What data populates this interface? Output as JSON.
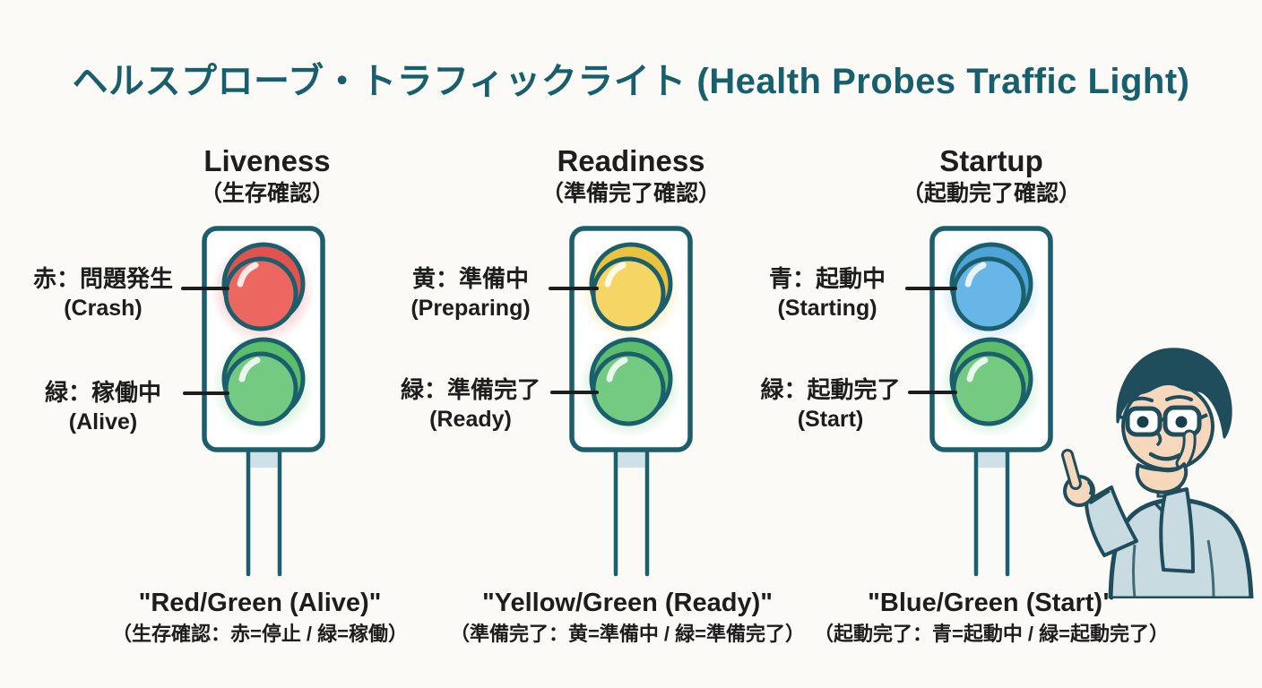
{
  "title": {
    "text": "ヘルスプローブ・トラフィックライト (Health Probes Traffic Light)",
    "color": "#175f6d"
  },
  "columns": [
    {
      "heading_en": "Liveness",
      "heading_jp": "（生存確認）",
      "lights": [
        {
          "name": "red",
          "label_jp": "赤：問題発生",
          "label_en": "(Crash)",
          "fill": "#ec6760"
        },
        {
          "name": "green",
          "label_jp": "緑：稼働中",
          "label_en": "(Alive)",
          "fill": "#74ca80"
        }
      ],
      "caption_en": "\"Red/Green (Alive)\"",
      "caption_jp": "（生存確認：赤=停止 / 緑=稼働）"
    },
    {
      "heading_en": "Readiness",
      "heading_jp": "（準備完了確認）",
      "lights": [
        {
          "name": "yellow",
          "label_jp": "黄：準備中",
          "label_en": "(Preparing)",
          "fill": "#f5d665"
        },
        {
          "name": "green",
          "label_jp": "緑：準備完了",
          "label_en": "(Ready)",
          "fill": "#74ca80"
        }
      ],
      "caption_en": "\"Yellow/Green (Ready)\"",
      "caption_jp": "（準備完了：黄=準備中 / 緑=準備完了）"
    },
    {
      "heading_en": "Startup",
      "heading_jp": "（起動完了確認）",
      "lights": [
        {
          "name": "blue",
          "label_jp": "青：起動中",
          "label_en": "(Starting)",
          "fill": "#68b5e7"
        },
        {
          "name": "green",
          "label_jp": "緑：起動完了",
          "label_en": "(Start)",
          "fill": "#74ca80"
        }
      ],
      "caption_en": "\"Blue/Green (Start)\"",
      "caption_jp": "（起動完了：青=起動中 / 緑=起動完了）"
    }
  ],
  "colors": {
    "outline_teal": "#1b5f6d",
    "text_ink": "#1d1d1d",
    "background": "#fbfaf6",
    "red_light": "#ec6760",
    "red_ring": "#e4524f",
    "yellow_light": "#f5d665",
    "yellow_ring": "#eac23d",
    "green_light": "#74ca80",
    "green_ring": "#5cbd6d",
    "blue_light": "#68b5e7",
    "blue_ring": "#4ea3d9",
    "pole_cap": "#cfe1e8",
    "figure_shirt": "#c8dbe1",
    "figure_skin": "#f8d8bd",
    "figure_hair": "#1f4d5b"
  }
}
